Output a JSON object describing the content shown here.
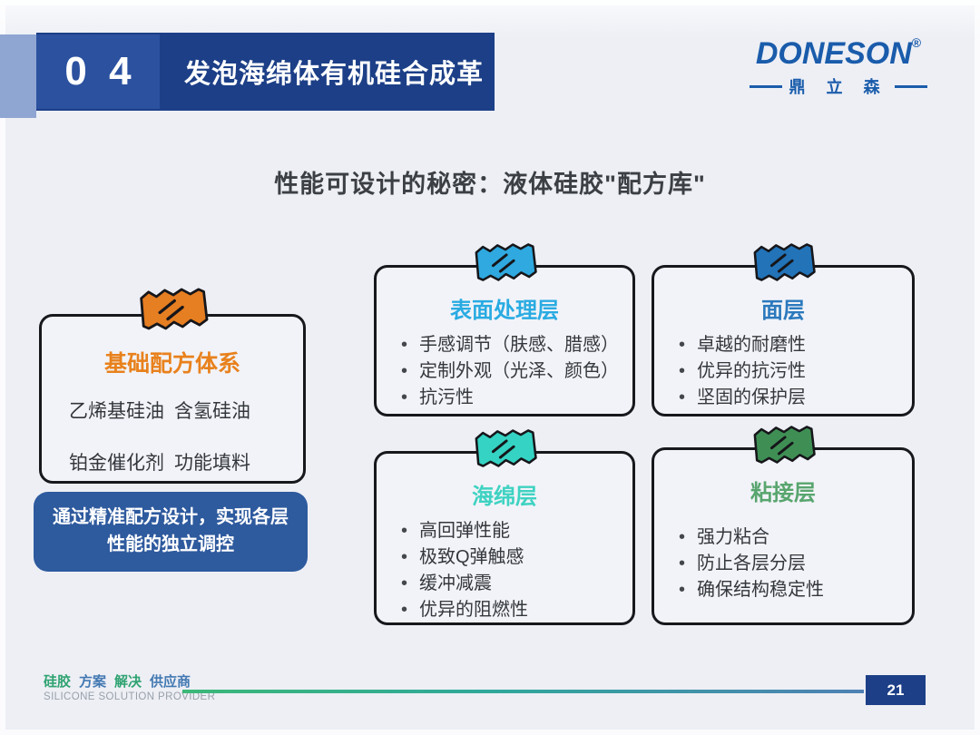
{
  "header": {
    "number": "0 4",
    "title": "发泡海绵体有机硅合成革",
    "bar_color": "#1c3f87",
    "panel_color": "#2b519f",
    "strip_color": "#8fa5d2"
  },
  "logo": {
    "brand": "DONESON",
    "registered": "®",
    "subtitle": "鼎 立 森",
    "color": "#1a5cab"
  },
  "main_title": "性能可设计的秘密：液体硅胶\"配方库\"",
  "base_card": {
    "title": "基础配方体系",
    "title_color": "#e8811c",
    "tape_color": "#e67e22",
    "items": [
      "乙烯基硅油",
      "含氢硅油",
      "铂金催化剂",
      "功能填料"
    ]
  },
  "note_box": {
    "text": "通过精准配方设计，实现各层性能的独立调控",
    "bg_color": "#2e5a9e"
  },
  "layer_cards": [
    {
      "title": "表面处理层",
      "title_color": "#29abe2",
      "tape_color": "#2fa9df",
      "bullets": [
        "手感调节（肤感、腊感）",
        "定制外观（光泽、颜色）",
        "抗污性"
      ]
    },
    {
      "title": "面层",
      "title_color": "#2b79bd",
      "tape_color": "#2273b8",
      "bullets": [
        "卓越的耐磨性",
        "优异的抗污性",
        "坚固的保护层"
      ]
    },
    {
      "title": "海绵层",
      "title_color": "#3ed2c2",
      "tape_color": "#35d3c3",
      "bullets": [
        "高回弹性能",
        "极致Q弹触感",
        "缓冲减震",
        "优异的阻燃性"
      ]
    },
    {
      "title": "粘接层",
      "title_color": "#58a56e",
      "tape_color": "#3f8f55",
      "bullets": [
        "强力粘合",
        "防止各层分层",
        "确保结构稳定性"
      ]
    }
  ],
  "footer": {
    "words": [
      {
        "text": "硅胶",
        "color": "#2fa371"
      },
      {
        "text": "方案",
        "color": "#4379b2"
      },
      {
        "text": "解决",
        "color": "#2fa371"
      },
      {
        "text": "供应商",
        "color": "#4379b2"
      }
    ],
    "subtitle": "SILICONE SOLUTION PROVIDER",
    "page_number": "21",
    "badge_color": "#1c3f87",
    "line_colors": [
      "#3cb878",
      "#2fa89a",
      "#4e81b4"
    ]
  }
}
